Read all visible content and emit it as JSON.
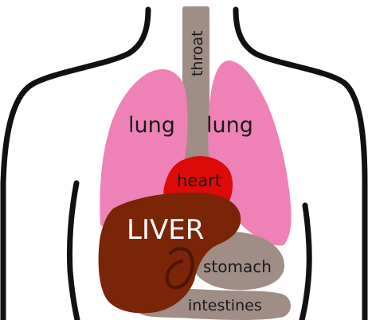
{
  "labels": {
    "throat": "throat",
    "lung_left": "lung",
    "lung_right": "lung",
    "heart": "heart",
    "liver": "LIVER",
    "stomach": "stomach",
    "intestines": "intestines"
  },
  "colors": {
    "background": "#ffffff",
    "outline": "#111111",
    "throat": "#a08d85",
    "lung": "#ee82b6",
    "heart": "#dd0a0a",
    "liver": "#7a2408",
    "stomach": "#a08d85",
    "intestines": "#a08d85",
    "label_dark": "#1a1a1a",
    "label_light": "#ffffff"
  }
}
